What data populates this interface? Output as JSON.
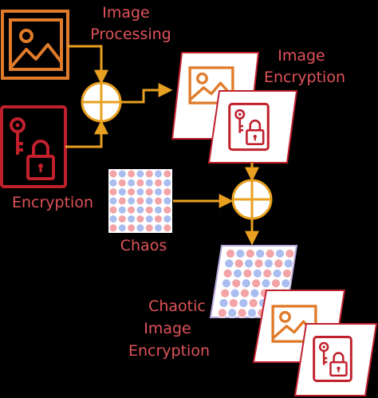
{
  "colors": {
    "background": "#000000",
    "orange": "#e07b2a",
    "red": "#c0202c",
    "label": "#e0535a",
    "arrow": "#e8a020",
    "card_fill": "#ffffff",
    "card_border": "#c0202c",
    "chaos_red": "#f4a3a6",
    "chaos_blue": "#a9bdf0",
    "tile_border": "#b7a6d8"
  },
  "labels": {
    "image_processing": [
      "Image",
      "Processing"
    ],
    "image_encryption": [
      "Image",
      "Encryption"
    ],
    "encryption": "Encryption",
    "chaos": "Chaos",
    "chaotic_image_encryption": [
      "Chaotic",
      "Image",
      "Encryption"
    ]
  },
  "icons": {
    "image": "image-icon",
    "key_lock": "key-lock-icon",
    "operator": "xor-icon",
    "chaos": "chaos-dot-grid-icon"
  }
}
